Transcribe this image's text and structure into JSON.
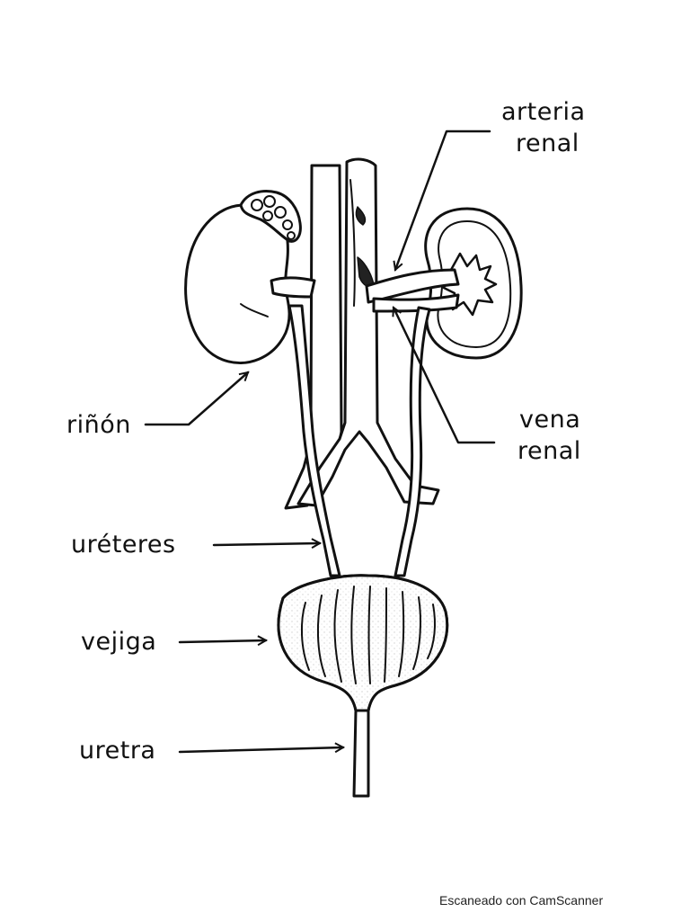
{
  "labels": {
    "arteria": "arteria",
    "renal_top": "renal",
    "vena": "vena",
    "renal_bottom": "renal",
    "rinon": "riñón",
    "ureteres": "uréteres",
    "vejiga": "vejiga",
    "uretra": "uretra"
  },
  "watermark": "Escaneado con CamScanner",
  "colors": {
    "ink": "#111111",
    "paper": "#ffffff",
    "shade": "#d8d8d8"
  }
}
